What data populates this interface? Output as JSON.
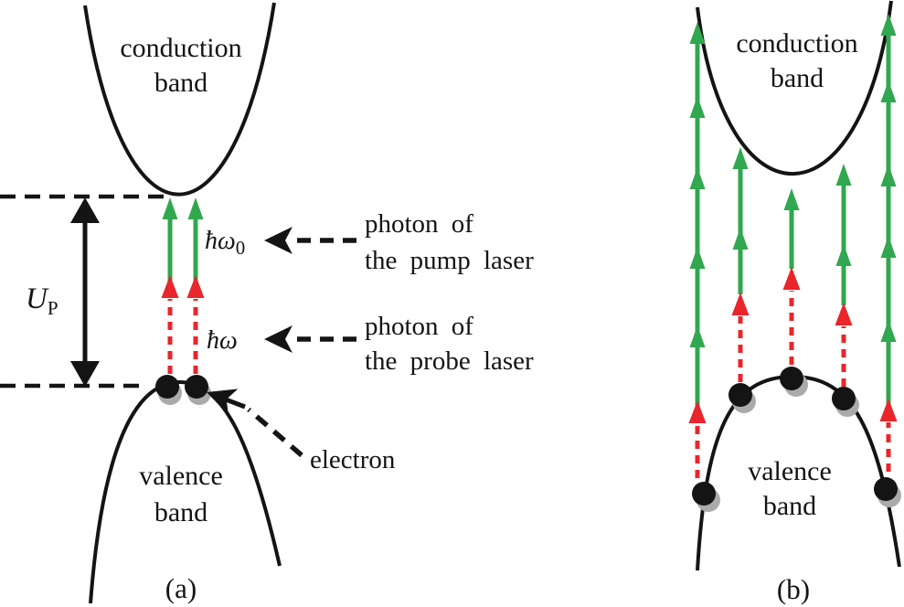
{
  "colors": {
    "pump": "#31a74f",
    "probe": "#e8262b",
    "ink": "#141414",
    "shadow": "#aaaaaa",
    "bg": "#ffffff"
  },
  "figure": {
    "panel_a": {
      "caption": "(a)",
      "conduction_band": {
        "line1": "conduction",
        "line2": "band"
      },
      "valence_band": {
        "line1": "valence",
        "line2": "band"
      },
      "gap_label": {
        "symbol": "U",
        "sub": "P"
      },
      "pump_photon": {
        "symbol": "ħω",
        "sub": "0"
      },
      "probe_photon": {
        "symbol": "ħω",
        "sub": ""
      },
      "pump_caption": {
        "line1": "photon of",
        "line2": "the pump laser"
      },
      "probe_caption": {
        "line1": "photon of",
        "line2": "the probe laser"
      },
      "electron_caption": "electron"
    },
    "panel_b": {
      "caption": "(b)",
      "conduction_band": {
        "line1": "conduction",
        "line2": "band"
      },
      "valence_band": {
        "line1": "valence",
        "line2": "band"
      }
    }
  }
}
